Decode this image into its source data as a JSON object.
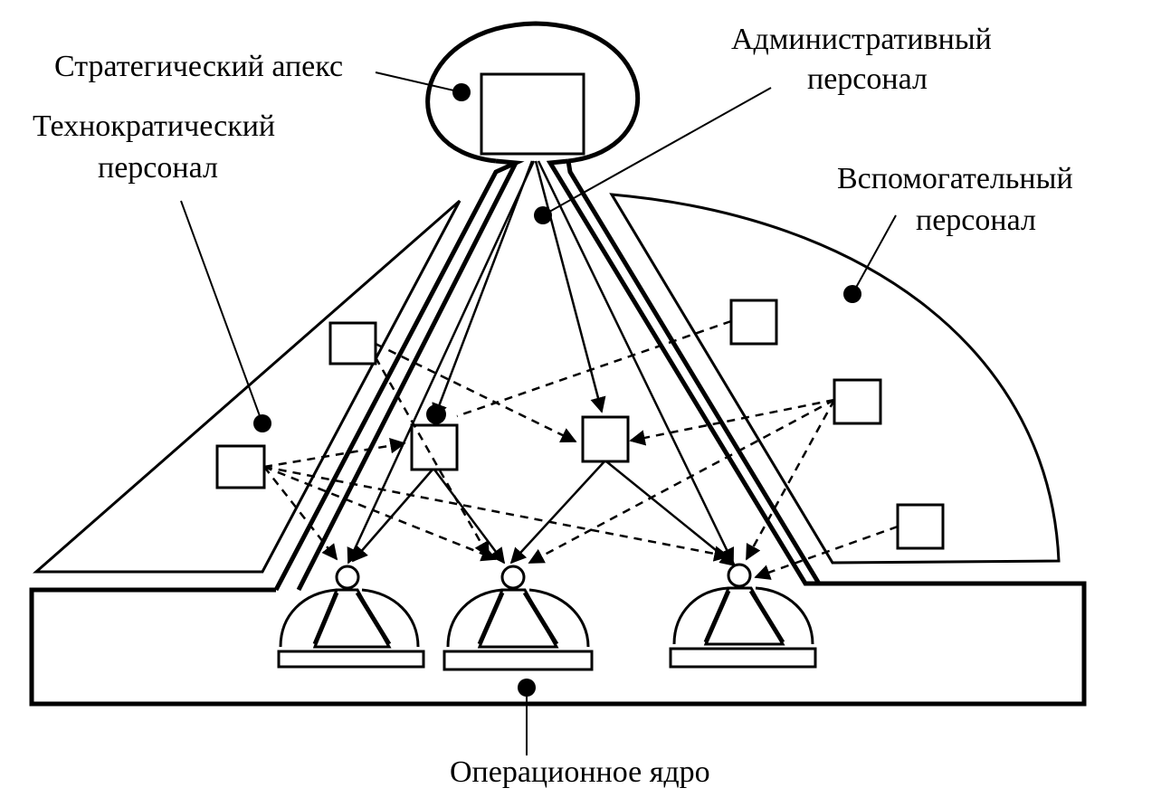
{
  "labels": {
    "strategic_apex": "Стратегический апекс",
    "administrative_1": "Административный",
    "administrative_2": "персонал",
    "technocratic_1": "Технократический",
    "technocratic_2": "персонал",
    "support_1": "Вспомогательный",
    "support_2": "персонал",
    "operating_core": "Операционное ядро"
  },
  "colors": {
    "ink": "#000000",
    "paper": "#ffffff"
  }
}
